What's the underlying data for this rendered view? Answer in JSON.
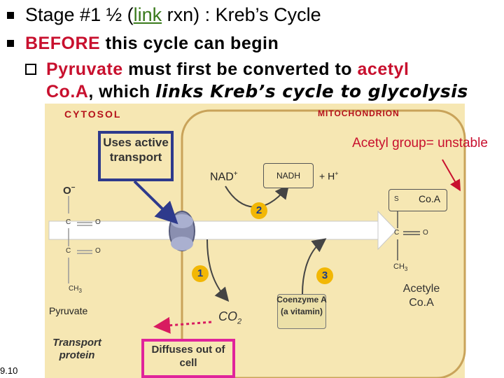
{
  "slide": {
    "bullet1": {
      "prefix": "Stage #1 ½ (",
      "link": "link",
      "suffix": " rxn) : Kreb’s Cycle"
    },
    "bullet2": {
      "red_word": "BEFORE",
      "rest": " this cycle can begin"
    },
    "sub_bullet": {
      "red_word": "Pyruvate",
      "middle": " must first be converted to ",
      "red_end": "acetyl",
      "line2_red": "Co.A",
      "line2_mid": ", which ",
      "line2_italic": "links Kreb’s cycle to glycolysis"
    }
  },
  "figure": {
    "cytosol_label": "CYTOSOL",
    "mitochondrion_label": "MITOCHONDRION",
    "callout_transport": "Uses active transport",
    "callout_acetyl": "Acetyl group= unstable",
    "nad": "NAD",
    "nad_sup": "+",
    "nadh": "NADH",
    "hplus": "+  H",
    "hplus_sup": "+",
    "step1": "1",
    "step2": "2",
    "step3": "3",
    "pyruvate_structure": {
      "o_minus": "O",
      "o_minus_sup": "−",
      "c1": "C",
      "o1": "O",
      "c2": "C",
      "o2": "O",
      "ch3": "CH",
      "ch3_sub": "3"
    },
    "pyruvate_label": "Pyruvate",
    "transport_protein_label": "Transport protein",
    "co2": "CO",
    "co2_sub": "2",
    "diffuses_label": "Diffuses out of cell",
    "coenzyme_label": "Coenzyme A (a vitamin)",
    "coa_structure": {
      "s": "S",
      "coa": "Co.A",
      "c": "C",
      "o": "O",
      "ch3": "CH",
      "ch3_sub": "3"
    },
    "acetyl_coa_label": "Acetyle Co.A",
    "figure_number": "9.10"
  },
  "colors": {
    "panel": "#f6e7b3",
    "accent_red": "#c8102e",
    "link_green": "#3a7a1c",
    "callout_blue": "#2e3a8c",
    "callout_pink": "#e0249b",
    "step_yellow": "#f2b705"
  }
}
